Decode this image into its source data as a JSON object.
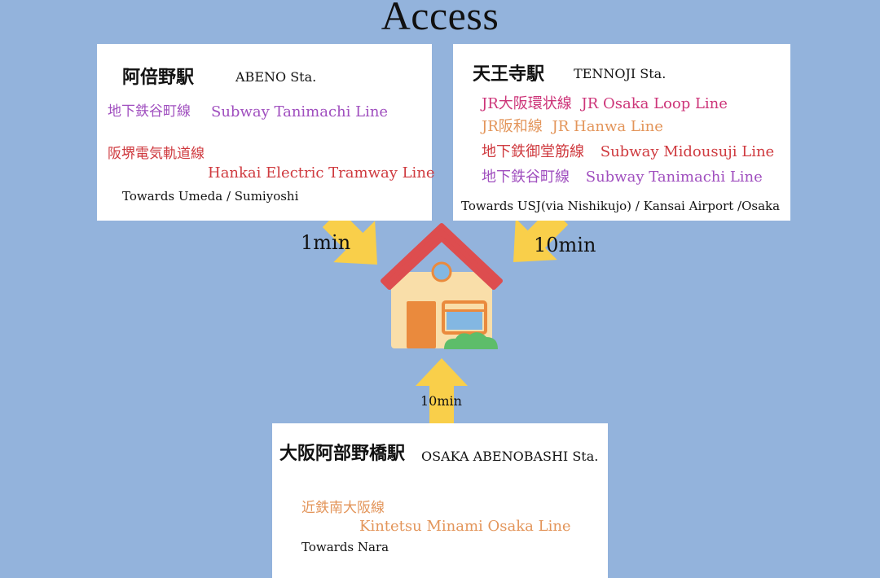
{
  "title": "Access",
  "abeno": {
    "name_jp": "阿倍野駅",
    "name_en": "ABENO Sta.",
    "line1_jp": "地下鉄谷町線",
    "line1_en": "Subway  Tanimachi Line",
    "line2_jp": "阪堺電気軌道線",
    "line2_en": "Hankai Electric Tramway Line",
    "towards": "Towards Umeda / Sumiyoshi",
    "time": "1min"
  },
  "tennoji": {
    "name_jp": "天王寺駅",
    "name_en": "TENNOJI Sta.",
    "line1_jp": "JR大阪環状線",
    "line1_en": "JR Osaka Loop Line",
    "line2_jp": "JR阪和線",
    "line2_en": "JR Hanwa Line",
    "line3_jp": "地下鉄御堂筋線",
    "line3_en": "Subway  Midousuji Line",
    "line4_jp": "地下鉄谷町線",
    "line4_en": "Subway  Tanimachi Line",
    "towards": "Towards USJ(via Nishikujo) / Kansai Airport /Osaka",
    "time": "10min"
  },
  "abenobashi": {
    "name_jp": "大阪阿部野橋駅",
    "name_en": "OSAKA ABENOBASHI Sta.",
    "line1_jp": "近鉄南大阪線",
    "line1_en": "Kintetsu Minami Osaka Line",
    "towards": "Towards Nara",
    "time": "10min"
  },
  "colors": {
    "background": "#93b3dc",
    "arrow": "#f9cf4a",
    "tanimachi": "#a04fbf",
    "hankai": "#cf3a3f",
    "osaka_loop": "#cd3579",
    "hanwa": "#e3955a",
    "midousuji": "#cf3a3f",
    "kintetsu": "#e3955a",
    "roof": "#dd4d4f",
    "house_wall": "#f9dea9",
    "door": "#ea8a3d",
    "window_frame": "#ea8a3d",
    "window_glass": "#83b7e2",
    "bush": "#5dbd6a"
  },
  "icons": [
    "house-icon",
    "arrow-icon"
  ]
}
